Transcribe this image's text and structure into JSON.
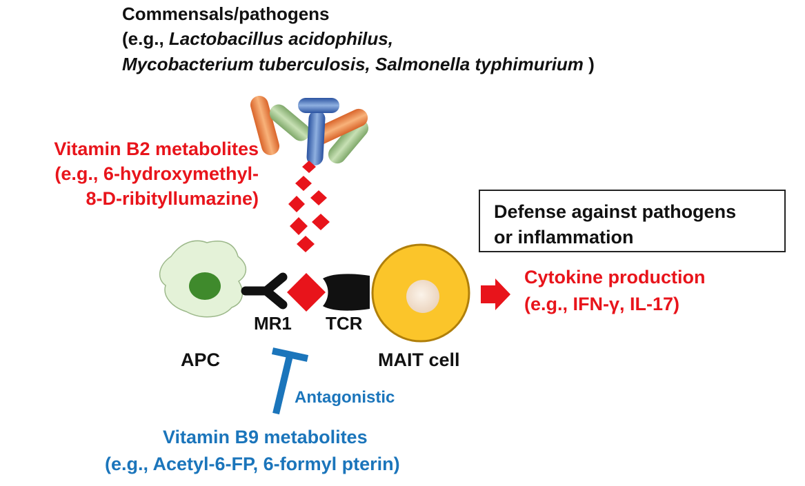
{
  "top_label": {
    "line1": "Commensals/pathogens",
    "line2_prefix": "(e.g., ",
    "line2_italic": "Lactobacillus acidophilus,",
    "line3_italic": "Mycobacterium tuberculosis, Salmonella typhimurium",
    "line3_suffix": " )"
  },
  "vitamin_b2": {
    "line1": "Vitamin B2 metabolites",
    "line2": "(e.g., 6-hydroxymethyl-",
    "line3": "8-D-ribityllumazine)"
  },
  "defense_box": {
    "line1": "Defense against pathogens",
    "line2": "or inflammation"
  },
  "cytokine": {
    "line1": "Cytokine production",
    "line2": "(e.g., IFN-γ, IL-17)"
  },
  "labels": {
    "mr1": "MR1",
    "tcr": "TCR",
    "apc": "APC",
    "mait": "MAIT cell",
    "antagonistic": "Antagonistic"
  },
  "vitamin_b9": {
    "line1": "Vitamin B9 metabolites",
    "line2": "(e.g., Acetyl-6-FP, 6-formyl pterin)"
  },
  "colors": {
    "red": "#e8141b",
    "blue": "#1b75bb",
    "apc_fill": "#e4f2d8",
    "apc_nucleus": "#3f8a2c",
    "mait_fill": "#fbc52a",
    "mait_nucleus": "#f3e2d1"
  }
}
